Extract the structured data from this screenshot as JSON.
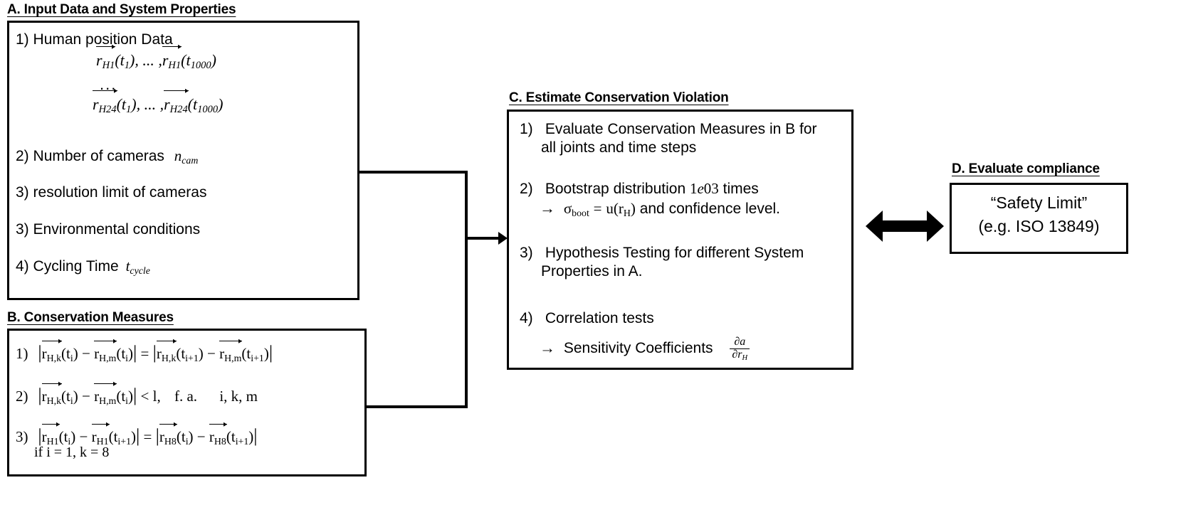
{
  "sections": {
    "a": {
      "title": "A. Input Data and System Properties",
      "items": [
        {
          "num": "1)",
          "text": "Human position Data"
        },
        {
          "num": "2)",
          "text": "Number of cameras"
        },
        {
          "num": "3)",
          "text": "resolution limit of cameras"
        },
        {
          "num": "3)",
          "text": "Environmental conditions"
        },
        {
          "num": "4)",
          "text": "Cycling Time"
        }
      ],
      "formula_line1": "r_H1(t_1), ... , r_H1(t_1000)",
      "ellipsis": "...",
      "formula_line2": "r_H24(t_1), ... , r_H24(t_1000)",
      "sym_ncam": "n_cam",
      "sym_tcycle": "t_cycle",
      "tokens": {
        "r": "r",
        "H1": "H1",
        "H24": "H24",
        "t": "t",
        "t1": "1",
        "t1000": "1000",
        "comma_dots": ", ... ,",
        "n": "n",
        "cam": "cam",
        "cycle": "cycle"
      }
    },
    "b": {
      "title": "B. Conservation Measures",
      "items": [
        {
          "num": "1)",
          "equation": "|r_H,k(t_i) - r_H,m(t_i)| = |r_H,k(t_i+1) - r_H,m(t_i+1)|"
        },
        {
          "num": "2)",
          "equation": "|r_H,k(t_i) - r_H,m(t_i)| < l,   f.a.   i, k, m"
        },
        {
          "num": "3)",
          "equation": "|r_H1(t_i) - r_H1(t_i+1)| = |r_H8(t_i) - r_H8(t_i+1)|"
        }
      ],
      "condition": "if  i = 1,  k = 8",
      "tokens": {
        "r": "r",
        "Hk": "H,k",
        "Hm": "H,m",
        "H1": "H1",
        "H8": "H8",
        "t": "t",
        "i": "i",
        "iplus1": "i+1",
        "minus": "−",
        "equals": "=",
        "lessthan": "<",
        "l": "l,",
        "fa": "f. a.",
        "ikm": "i, k, m"
      }
    },
    "c": {
      "title": "C. Estimate Conservation Violation",
      "items": [
        {
          "num": "1)",
          "line1": "Evaluate Conservation Measures in B for",
          "line2": "all joints and time steps"
        },
        {
          "num": "2)",
          "line1": "Bootstrap distribution 1e03 times",
          "line2": "→ σ_boot = u(r_H) and confidence level."
        },
        {
          "num": "3)",
          "line1": "Hypothesis Testing for different System",
          "line2": "Properties in A."
        },
        {
          "num": "4)",
          "line1": "Correlation tests",
          "line2": "→ Sensitivity Coefficients"
        }
      ],
      "bootstrap_count": "1e03",
      "sigma_boot": "σ",
      "sigma_sub": "boot",
      "u_of_rh": "u(r",
      "rh_sub": "H",
      "u_close": ")",
      "sensitivity_frac_top": "∂a",
      "sensitivity_frac_bottom": "∂r",
      "sensitivity_frac_bottom_sub": "H",
      "arrow": "→"
    },
    "d": {
      "title": "D. Evaluate compliance",
      "line1": "“Safety Limit”",
      "line2": "(e.g. ISO 13849)"
    }
  },
  "connectors": {
    "ab_to_c": "elbow-connector-from-A-and-B-to-C",
    "c_to_d": "double-headed-arrow"
  },
  "colors": {
    "stroke": "#000000",
    "background": "#ffffff"
  }
}
